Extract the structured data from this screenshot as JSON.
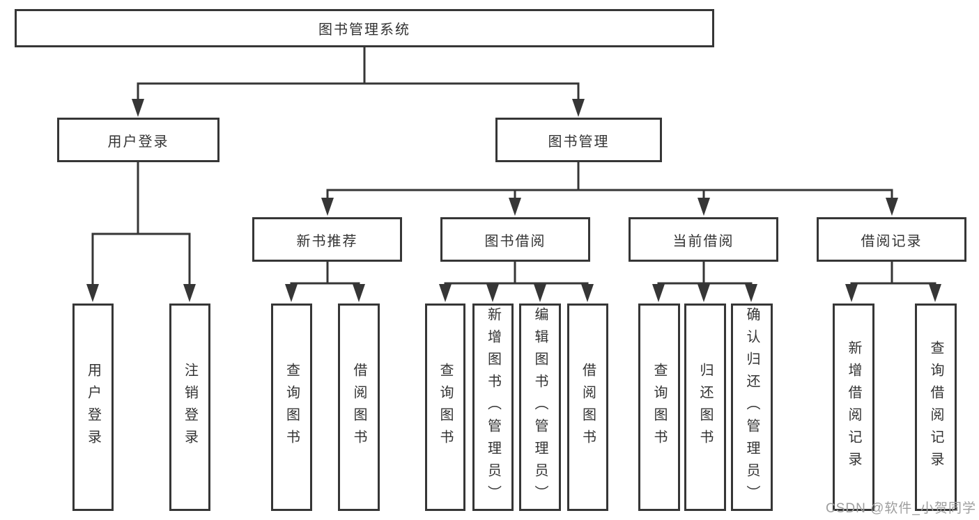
{
  "diagram_title": "图书管理系统",
  "tree": {
    "label": "图书管理系统",
    "children": [
      {
        "label": "用户登录",
        "children": [
          {
            "label": "用户登录"
          },
          {
            "label": "注销登录"
          }
        ]
      },
      {
        "label": "图书管理",
        "children": [
          {
            "label": "新书推荐",
            "children": [
              {
                "label": "查询图书"
              },
              {
                "label": "借阅图书"
              }
            ]
          },
          {
            "label": "图书借阅",
            "children": [
              {
                "label": "查询图书"
              },
              {
                "label": "新增图书（管理员）"
              },
              {
                "label": "编辑图书（管理员）"
              },
              {
                "label": "借阅图书"
              }
            ]
          },
          {
            "label": "当前借阅",
            "children": [
              {
                "label": "查询图书"
              },
              {
                "label": "归还图书"
              },
              {
                "label": "确认归还（管理员）"
              }
            ]
          },
          {
            "label": "借阅记录",
            "children": [
              {
                "label": "新增借阅记录"
              },
              {
                "label": "查询借阅记录"
              }
            ]
          }
        ]
      }
    ]
  },
  "watermark": {
    "text": "CSDN @软件_小贺同学"
  },
  "colors": {
    "line": "#363636",
    "box_border": "#363636",
    "text": "#333333",
    "watermark": "#9e9e9e",
    "background": "#ffffff"
  }
}
